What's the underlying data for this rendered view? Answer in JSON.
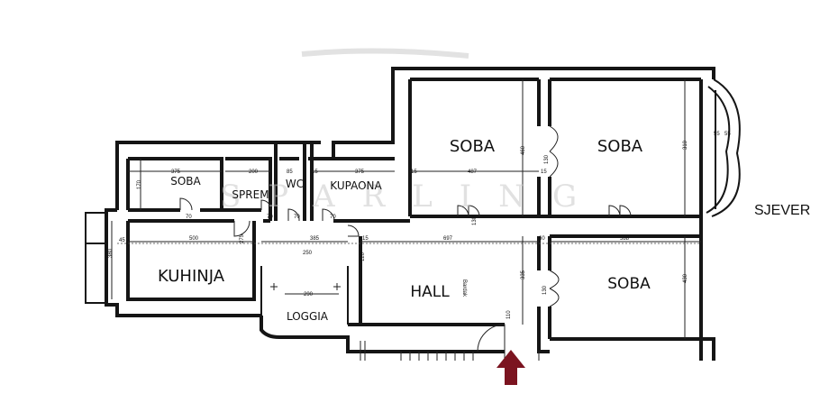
{
  "rooms": {
    "soba_small": "SOBA",
    "sprem": "SPREM",
    "wc": "WC",
    "kupaona": "KUPAONA",
    "kuhinja": "KUHINJA",
    "loggia": "LOGGIA",
    "hall": "HALL",
    "soba_top_left": "SOBA",
    "soba_top_right": "SOBA",
    "soba_bottom_right": "SOBA"
  },
  "compass_label": "SJEVER",
  "watermark": "SPARLING",
  "annotation_vertical": "Bardak",
  "entrance_arrow_color": "#7b1420",
  "dimensions": {
    "d375a": "375",
    "d200": "200",
    "d85": "85",
    "d15a": "15",
    "d375b": "375",
    "d15b": "15",
    "d487": "487",
    "d15c": "15",
    "d170": "170",
    "d70a": "70",
    "d70b": "70",
    "d70c": "70",
    "d70d": "70",
    "d130a": "130",
    "d130b": "130",
    "d130c": "130",
    "d385": "385",
    "d500": "500",
    "d15d": "15",
    "d697": "697",
    "d60": "60",
    "d588": "588",
    "d250": "250",
    "d120": "120",
    "d290": "290",
    "d335": "335",
    "d110": "110",
    "d430": "430",
    "d460": "460",
    "d310": "310",
    "d55a": "55",
    "d55b": "55",
    "d275": "275",
    "d45": "45",
    "d380": "380"
  }
}
